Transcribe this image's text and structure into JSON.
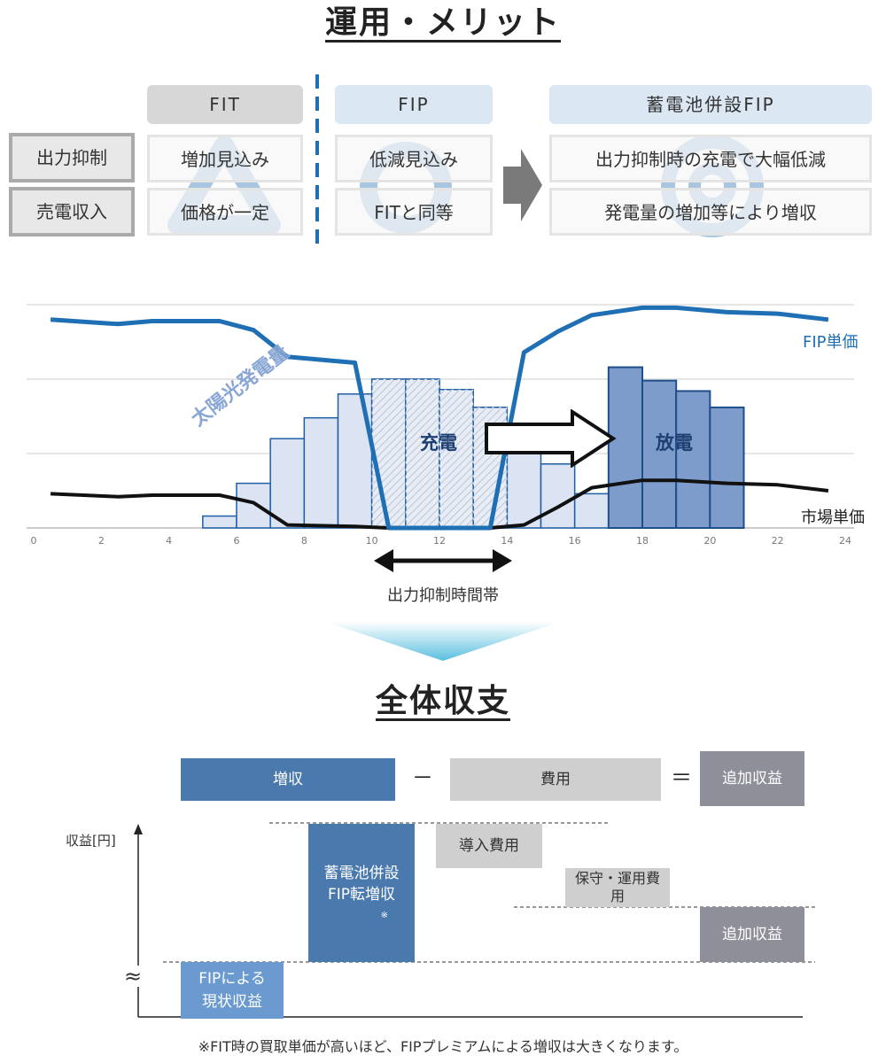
{
  "title_top": "運用・メリット",
  "title_bottom": "全体収支",
  "columns": {
    "fit": "FIT",
    "fip": "FIP",
    "battery_fip": "蓄電池併設FIP"
  },
  "rows": [
    {
      "label": "出力抑制",
      "fit": "増加見込み",
      "fip": "低減見込み",
      "battery_fip": "出力抑制時の充電で大幅低減"
    },
    {
      "label": "売電収入",
      "fit": "価格が一定",
      "fip": "FITと同等",
      "battery_fip": "発電量の増加等により増収"
    }
  ],
  "symbols": {
    "fit": "△",
    "fip": "○",
    "battery_fip": "◎"
  },
  "chart_labels": {
    "fip_price": "FIP単価",
    "market_price": "市場単価",
    "solar": "太陽光発電量",
    "charge": "充電",
    "discharge": "放電",
    "curtail_band": "出力抑制時間帯"
  },
  "chart_data": {
    "type": "bar",
    "x_ticks": [
      0,
      2,
      4,
      6,
      8,
      10,
      12,
      14,
      16,
      18,
      20,
      22,
      24
    ],
    "xlim": [
      0,
      24
    ],
    "ylim": [
      0,
      100
    ],
    "grid": true,
    "series": [
      {
        "name": "太陽光発電量",
        "x": [
          5,
          6,
          7,
          8,
          9,
          10,
          11,
          12,
          13,
          14,
          15,
          16,
          17
        ],
        "values": [
          8,
          30,
          60,
          74,
          90,
          100,
          100,
          93,
          81,
          60,
          43,
          23,
          8
        ]
      },
      {
        "name": "充電",
        "x": [
          10,
          11,
          12,
          13
        ],
        "values": [
          100,
          100,
          93,
          81
        ]
      },
      {
        "name": "放電",
        "x": [
          17,
          18,
          19,
          20
        ],
        "values": [
          108,
          99,
          92,
          81
        ]
      },
      {
        "name": "FIP単価",
        "x": [
          0.5,
          2.5,
          3.5,
          5.5,
          6.5,
          7.5,
          9.5,
          10.5,
          13.5,
          14.5,
          15.5,
          16.5,
          18,
          19,
          20.5,
          22,
          23.5
        ],
        "values": [
          140,
          137,
          139,
          139,
          133,
          115,
          111,
          0,
          0,
          118,
          132,
          143,
          148,
          148,
          145,
          144,
          140
        ]
      },
      {
        "name": "市場単価",
        "x": [
          0.5,
          2.5,
          3.5,
          5.5,
          6.5,
          7.5,
          9.5,
          10.5,
          13.5,
          14.5,
          15.5,
          16.5,
          18,
          19,
          20.5,
          22,
          23.5
        ],
        "values": [
          23,
          21,
          22,
          22,
          17,
          2,
          1,
          0,
          0,
          2,
          14,
          27,
          32,
          32,
          30,
          29,
          25
        ]
      }
    ]
  },
  "balance": {
    "increase": "増収",
    "minus": "－",
    "cost": "費用",
    "equals": "＝",
    "additional": "追加収益",
    "y_label": "収益[円]",
    "fip_base": "FIPによる現状収益",
    "battery_gain": "蓄電池併設FIP転増収",
    "battery_gain_mark": "※",
    "intro_cost": "導入費用",
    "maint_cost": "保守・運用費用",
    "additional_result": "追加収益",
    "break_mark": "≈"
  },
  "footnote": "※FIT時の買取単価が高いほど、FIPプレミアムによる増収は大きくなります。",
  "colors": {
    "fip_line": "#1f6fb5",
    "market_line": "#111111",
    "solar_fill": "#dce3f2",
    "solar_stroke": "#1f5fa5",
    "discharge_fill": "#7d9ccc",
    "increase_box": "#4a79ad",
    "cost_box": "#cfcfcf",
    "additional_box": "#8f8f99",
    "fip_base_box": "#6a9ad0",
    "arrow_cyan": "#59bfe0"
  }
}
